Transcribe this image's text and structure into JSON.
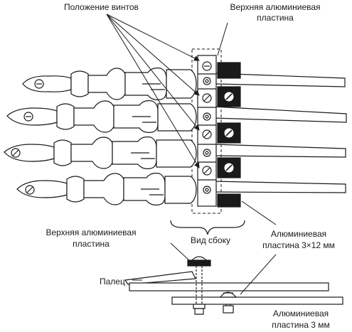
{
  "labels": {
    "screw_positions": "Положение винтов",
    "top_plate_line1": "Верхняя алюминиевая",
    "top_plate_line2": "пластина",
    "side_view": "Вид сбоку",
    "side_top_plate_line1": "Верхняя алюминиевая",
    "side_top_plate_line2": "пластина",
    "plate_3x12_line1": "Алюминиевая",
    "plate_3x12_line2": "пластина 3×12 мм",
    "finger": "Палец",
    "plate_3mm_line1": "Алюминиевая",
    "plate_3mm_line2": "пластина 3 мм"
  },
  "colors": {
    "ink": "#1a1a1a",
    "background": "#ffffff"
  }
}
